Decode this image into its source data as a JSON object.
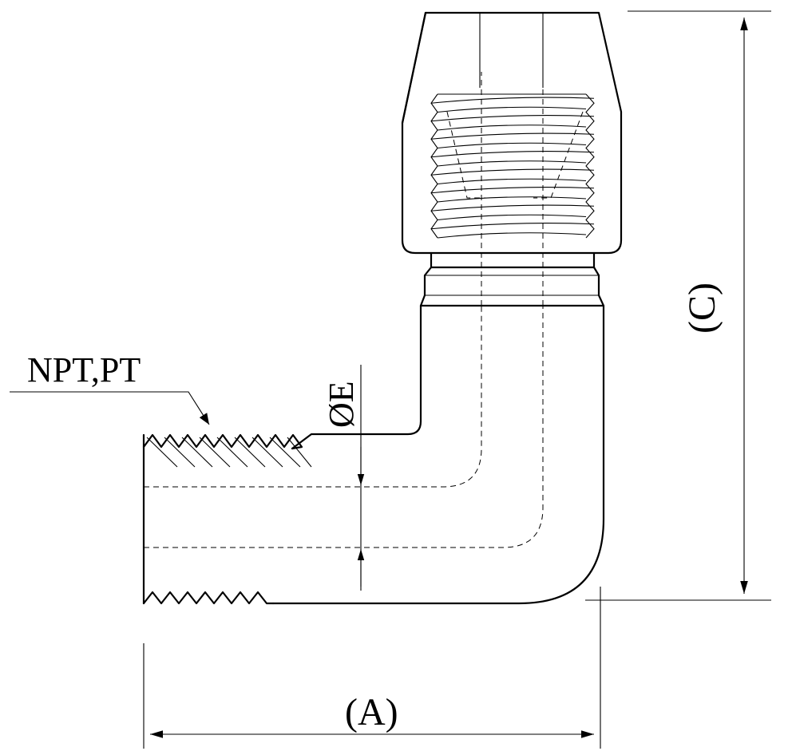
{
  "labels": {
    "thread_note": "NPT,PT",
    "bore_diameter": "ØE",
    "height_dim": "(C)",
    "length_dim": "(A)"
  },
  "colors": {
    "line": "#000000",
    "background": "#ffffff"
  }
}
